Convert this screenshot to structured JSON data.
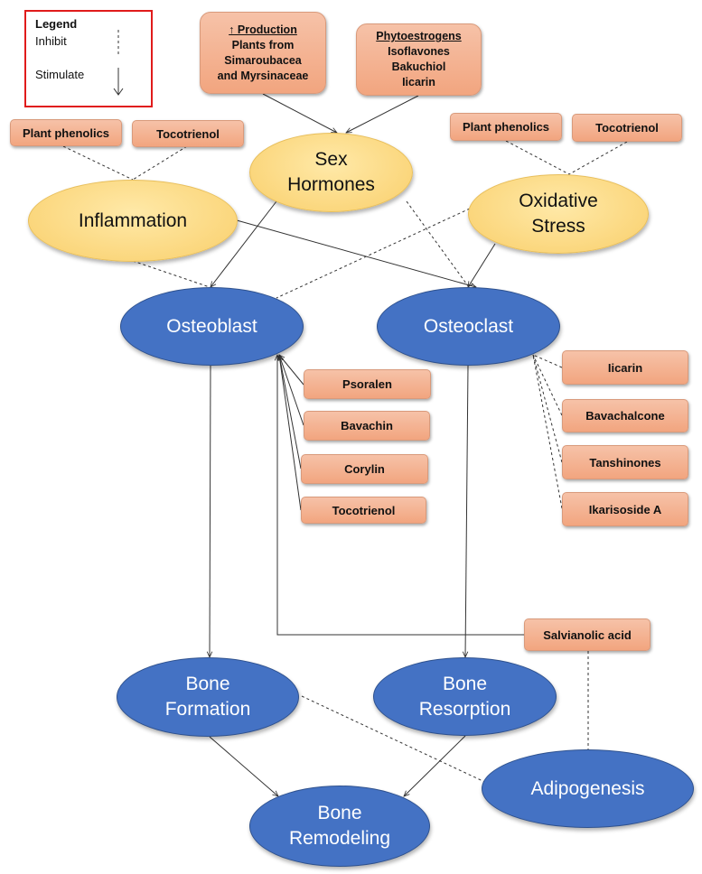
{
  "legend": {
    "title": "Legend",
    "inhibit_label": "Inhibit",
    "stimulate_label": "Stimulate"
  },
  "production_box": {
    "heading": "↑ Production",
    "lines": [
      "Plants from",
      "Simaroubacea",
      "and Myrsinaceae"
    ]
  },
  "phytoestrogens_box": {
    "heading": "Phytoestrogens",
    "lines": [
      "Isoflavones",
      "Bakuchiol",
      "Iicarin"
    ]
  },
  "small_boxes": {
    "plant_phenolics_left": "Plant phenolics",
    "tocotrienol_left": "Tocotrienol",
    "plant_phenolics_right": "Plant phenolics",
    "tocotrienol_right": "Tocotrienol",
    "psoralen": "Psoralen",
    "bavachin": "Bavachin",
    "corylin": "Corylin",
    "tocotrienol_osteoblast": "Tocotrienol",
    "iicarin": "Iicarin",
    "bavachalcone": "Bavachalcone",
    "tanshinones": "Tanshinones",
    "ikarisoside": "Ikarisoside A",
    "salvianolic": "Salvianolic acid"
  },
  "nodes": {
    "sex_hormones": [
      "Sex",
      "Hormones"
    ],
    "inflammation": "Inflammation",
    "oxidative_stress": [
      "Oxidative",
      "Stress"
    ],
    "osteoblast": "Osteoblast",
    "osteoclast": "Osteoclast",
    "bone_formation": [
      "Bone",
      "Formation"
    ],
    "bone_resorption": [
      "Bone",
      "Resorption"
    ],
    "bone_remodeling": [
      "Bone",
      "Remodeling"
    ],
    "adipogenesis": "Adipogenesis"
  },
  "colors": {
    "process_fill": "#f9cf6b",
    "cell_fill": "#4472c4",
    "agent_fill": "#f4b08e",
    "legend_border": "#e01b1b"
  }
}
